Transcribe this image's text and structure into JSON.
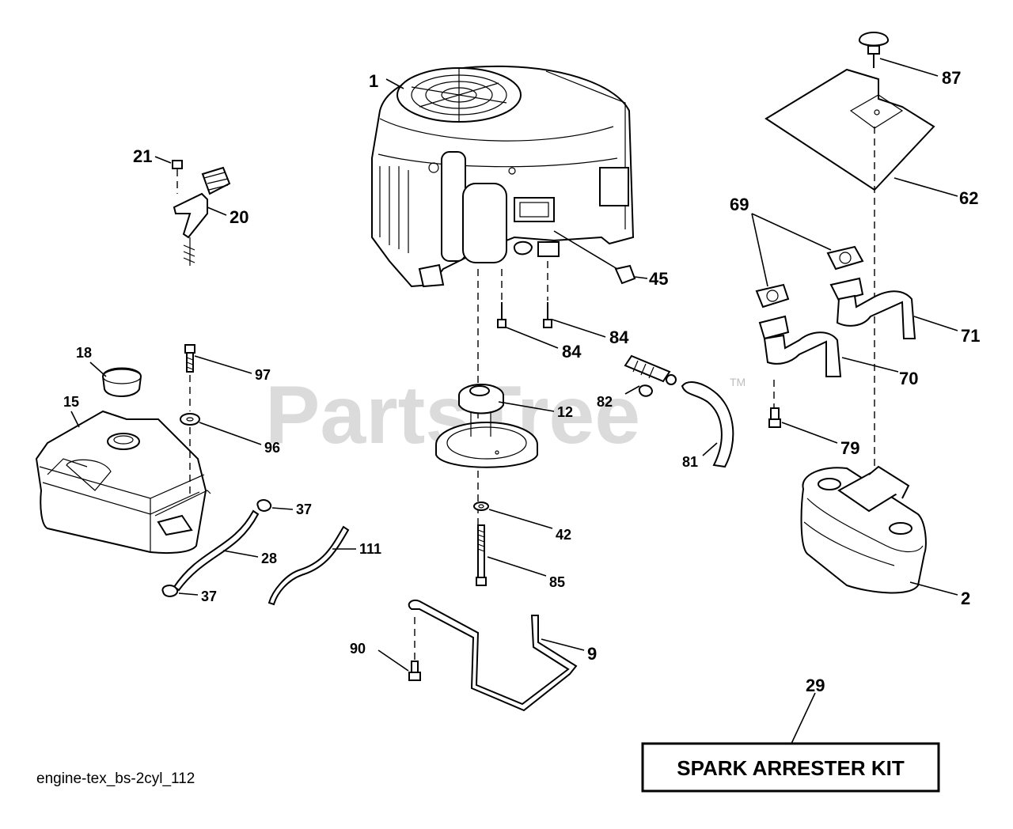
{
  "watermark": {
    "text": "PartsTree",
    "trademark": "TM"
  },
  "caption": "engine-tex_bs-2cyl_112",
  "kit_box": {
    "label": "SPARK ARRESTER KIT",
    "callout": "29"
  },
  "callouts": [
    {
      "id": "1",
      "part": "engine"
    },
    {
      "id": "87",
      "part": "knob"
    },
    {
      "id": "21",
      "part": "screw"
    },
    {
      "id": "20",
      "part": "throttle-control"
    },
    {
      "id": "62",
      "part": "heat-shield"
    },
    {
      "id": "69",
      "part": "gaskets"
    },
    {
      "id": "45",
      "part": "plug"
    },
    {
      "id": "84",
      "part": "bolt-left"
    },
    {
      "id": "84",
      "part": "bolt-right"
    },
    {
      "id": "71",
      "part": "exhaust-pipe-upper"
    },
    {
      "id": "18",
      "part": "fuel-cap"
    },
    {
      "id": "97",
      "part": "screw"
    },
    {
      "id": "70",
      "part": "exhaust-pipe-lower"
    },
    {
      "id": "82",
      "part": "fuel-filter"
    },
    {
      "id": "12",
      "part": "pulley"
    },
    {
      "id": "15",
      "part": "fuel-tank"
    },
    {
      "id": "96",
      "part": "washer"
    },
    {
      "id": "81",
      "part": "hose"
    },
    {
      "id": "79",
      "part": "bolt"
    },
    {
      "id": "37",
      "part": "clamp-upper"
    },
    {
      "id": "42",
      "part": "washer"
    },
    {
      "id": "28",
      "part": "fuel-line"
    },
    {
      "id": "111",
      "part": "fuel-line"
    },
    {
      "id": "37",
      "part": "clamp-lower"
    },
    {
      "id": "85",
      "part": "bolt"
    },
    {
      "id": "2",
      "part": "muffler"
    },
    {
      "id": "90",
      "part": "bolt"
    },
    {
      "id": "9",
      "part": "bracket"
    }
  ]
}
